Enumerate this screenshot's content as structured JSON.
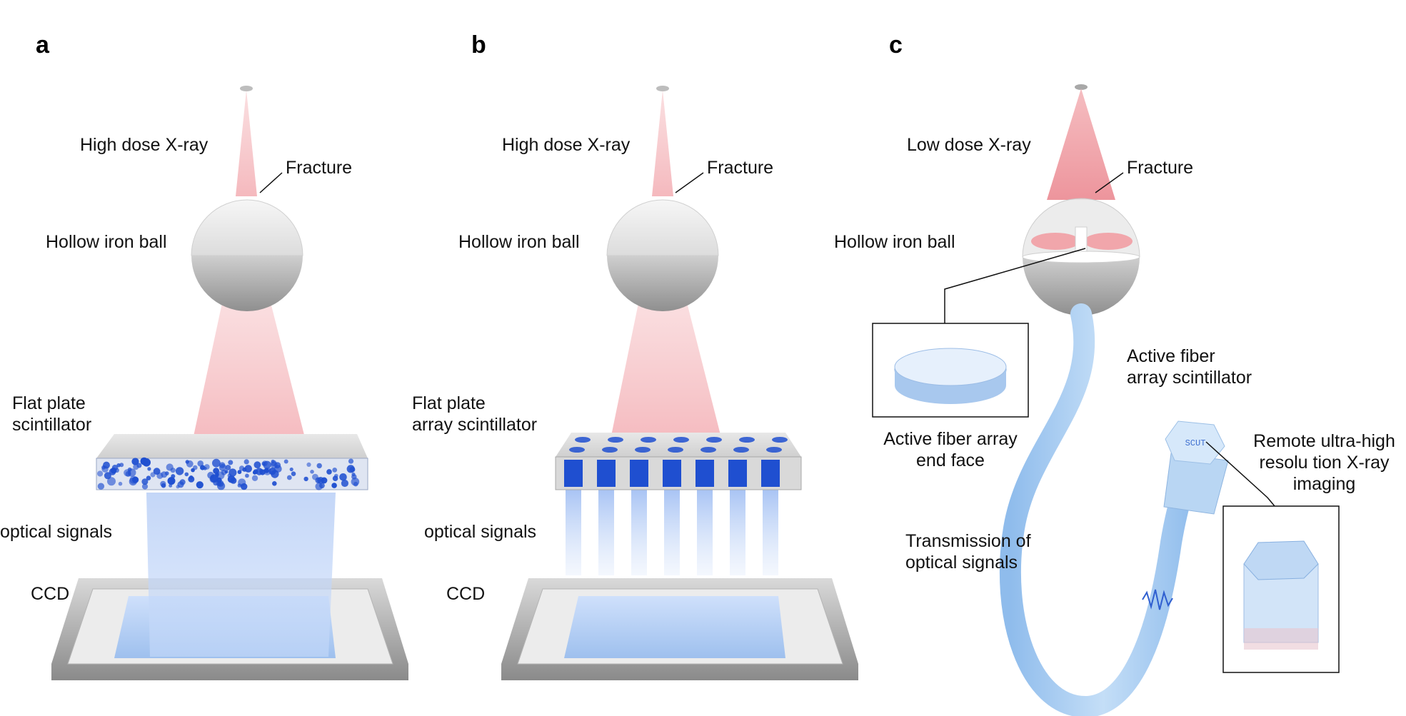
{
  "panels": {
    "a": {
      "letter": "a",
      "xray": "High dose X-ray",
      "fracture": "Fracture",
      "ball": "Hollow iron ball",
      "scint_line1": "Flat plate",
      "scint_line2": "scintillator",
      "optical": "optical signals",
      "ccd": "CCD"
    },
    "b": {
      "letter": "b",
      "xray": "High dose X-ray",
      "fracture": "Fracture",
      "ball": "Hollow iron ball",
      "scint_line1": "Flat plate",
      "scint_line2": "array scintillator",
      "optical": "optical signals",
      "ccd": "CCD"
    },
    "c": {
      "letter": "c",
      "xray": "Low dose X-ray",
      "fracture": "Fracture",
      "ball": "Hollow iron ball",
      "fiber_line1": "Active fiber",
      "fiber_line2": "array  scintillator",
      "endface_line1": "Active fiber array",
      "endface_line2": "end face",
      "remote_line1": "Remote ultra-high",
      "remote_line2": "resolu tion X-ray",
      "remote_line3": "imaging",
      "transmission_line1": "Transmission of",
      "transmission_line2": "optical signals",
      "fiber_tip_text": "SCUT"
    }
  },
  "colors": {
    "xray_beam": "#f3b3b8",
    "xray_beam_low": "#ef8f96",
    "scintillator_blue": "#1f4fd0",
    "light_blue": "#9fc4ee",
    "fiber_blue": "#a9cdf1",
    "chip_gray": "#9a9a9a",
    "ball_top": "#eeeeee",
    "ball_bottom": "#a6a6a6"
  }
}
